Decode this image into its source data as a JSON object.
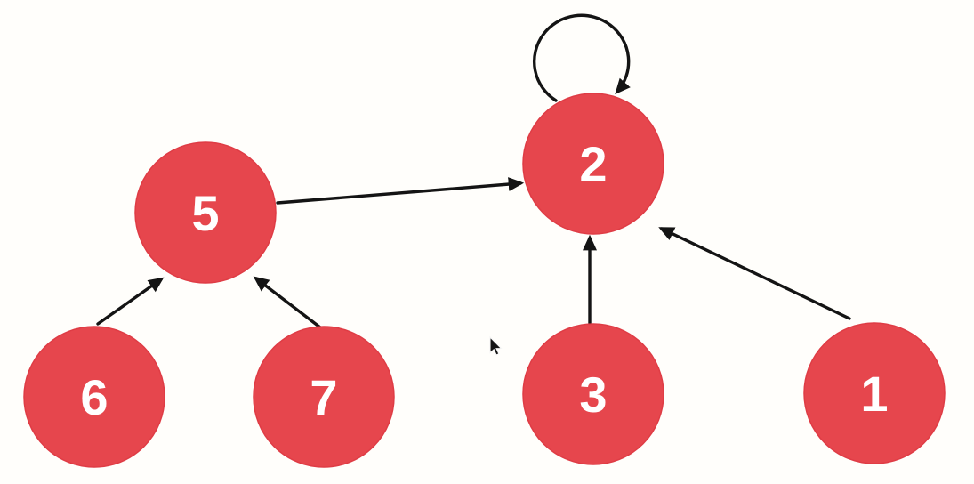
{
  "canvas": {
    "background_color": "#fffefb"
  },
  "graph": {
    "type": "directed-graph",
    "node_fill_color": "#e6464d",
    "node_label_color": "#ffffff",
    "edge_color": "#141414",
    "nodes": [
      {
        "label": "5"
      },
      {
        "label": "2"
      },
      {
        "label": "6"
      },
      {
        "label": "7"
      },
      {
        "label": "3"
      },
      {
        "label": "1"
      }
    ],
    "edges": [
      {
        "from": "6",
        "to": "5",
        "type": "straight"
      },
      {
        "from": "7",
        "to": "5",
        "type": "straight"
      },
      {
        "from": "5",
        "to": "2",
        "type": "straight"
      },
      {
        "from": "3",
        "to": "2",
        "type": "straight"
      },
      {
        "from": "1",
        "to": "2",
        "type": "straight"
      },
      {
        "from": "2",
        "to": "2",
        "type": "self_loop"
      }
    ]
  },
  "cursor": {
    "type": "arrow-pointer"
  }
}
